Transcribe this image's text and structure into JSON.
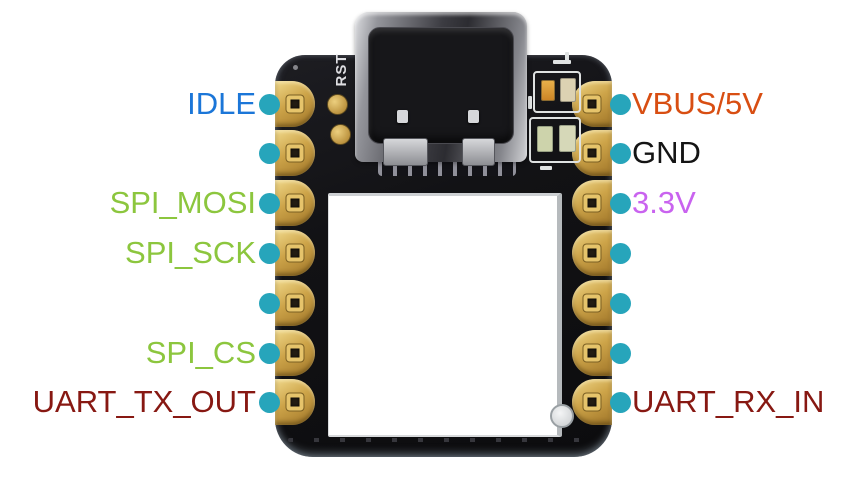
{
  "diagram": {
    "description": "Microcontroller board pinout diagram"
  },
  "board": {
    "rst_label": "RST"
  },
  "colors": {
    "dot": "#27a5bb",
    "blue": "#1b76d8",
    "green": "#8cc63e",
    "maroon": "#871812",
    "orange": "#d84e12",
    "black": "#141414",
    "purple": "#c963ef"
  },
  "pins": {
    "left": [
      {
        "label": "IDLE",
        "color": "#1b76d8"
      },
      {
        "label": "",
        "color": ""
      },
      {
        "label": "SPI_MOSI",
        "color": "#8cc63e"
      },
      {
        "label": "SPI_SCK",
        "color": "#8cc63e"
      },
      {
        "label": "",
        "color": ""
      },
      {
        "label": "SPI_CS",
        "color": "#8cc63e"
      },
      {
        "label": "UART_TX_OUT",
        "color": "#871812"
      }
    ],
    "right": [
      {
        "label": "VBUS/5V",
        "color": "#d84e12"
      },
      {
        "label": "GND",
        "color": "#141414"
      },
      {
        "label": "3.3V",
        "color": "#c963ef"
      },
      {
        "label": "",
        "color": ""
      },
      {
        "label": "",
        "color": ""
      },
      {
        "label": "",
        "color": ""
      },
      {
        "label": "UART_RX_IN",
        "color": "#871812"
      }
    ]
  }
}
